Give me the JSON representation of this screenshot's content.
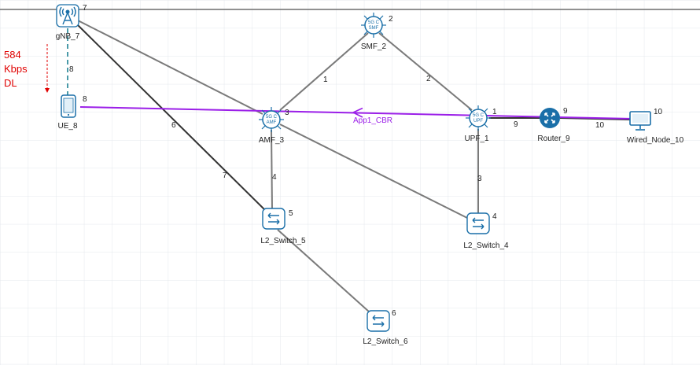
{
  "throughput": {
    "value": "584",
    "unit": "Kbps",
    "direction": "DL",
    "color": "#e00000"
  },
  "nodes": [
    {
      "key": "gnb",
      "id": "7",
      "name": "gNB_7",
      "type": "gnb",
      "icon": "cell-tower-icon"
    },
    {
      "key": "ue",
      "id": "8",
      "name": "UE_8",
      "type": "ue",
      "icon": "mobile-phone-icon"
    },
    {
      "key": "smf",
      "id": "2",
      "name": "SMF_2",
      "type": "core",
      "badge": "5G C\nSMF",
      "icon": "smf-core-icon"
    },
    {
      "key": "amf",
      "id": "3",
      "name": "AMF_3",
      "type": "core",
      "badge": "5G C\nAMF",
      "icon": "amf-core-icon"
    },
    {
      "key": "upf",
      "id": "1",
      "name": "UPF_1",
      "type": "core",
      "badge": "5G C\nUPF",
      "icon": "upf-core-icon"
    },
    {
      "key": "router",
      "id": "9",
      "name": "Router_9",
      "type": "router",
      "icon": "router-icon"
    },
    {
      "key": "wired",
      "id": "10",
      "name": "Wired_Node_10",
      "type": "wired",
      "icon": "desktop-computer-icon"
    },
    {
      "key": "sw5",
      "id": "5",
      "name": "L2_Switch_5",
      "type": "switch",
      "icon": "switch-icon"
    },
    {
      "key": "sw4",
      "id": "4",
      "name": "L2_Switch_4",
      "type": "switch",
      "icon": "switch-icon"
    },
    {
      "key": "sw6",
      "id": "6",
      "name": "L2_Switch_6",
      "type": "switch",
      "icon": "switch-icon"
    }
  ],
  "links": [
    {
      "id": "8",
      "from": "gnb",
      "to": "ue",
      "style": "wireless",
      "color": "#4a9aa8"
    },
    {
      "id": "",
      "from": "gnb",
      "to": "amf",
      "style": "wired",
      "color": "#7a7a7a"
    },
    {
      "id": "6",
      "from": "gnb",
      "to": "sw5",
      "style": "wired",
      "color": "#333333"
    },
    {
      "id": "1",
      "from": "smf",
      "to": "amf",
      "style": "wired",
      "color": "#7a7a7a"
    },
    {
      "id": "2",
      "from": "smf",
      "to": "upf",
      "style": "wired",
      "color": "#7a7a7a"
    },
    {
      "id": "4",
      "from": "amf",
      "to": "sw5",
      "style": "wired",
      "color": "#7a7a7a"
    },
    {
      "id": "",
      "from": "amf",
      "to": "sw4",
      "style": "wired",
      "color": "#7a7a7a"
    },
    {
      "id": "3",
      "from": "upf",
      "to": "sw4",
      "style": "wired",
      "color": "#7a7a7a"
    },
    {
      "id": "9",
      "from": "upf",
      "to": "router",
      "style": "wired",
      "color": "#333333"
    },
    {
      "id": "10",
      "from": "router",
      "to": "wired",
      "style": "wired",
      "color": "#333333"
    },
    {
      "id": "",
      "from": "sw5",
      "to": "sw6",
      "style": "wired",
      "color": "#7a7a7a"
    }
  ],
  "extra_link_labels": [
    "7"
  ],
  "application": {
    "name": "App1_CBR",
    "source": "wired",
    "destination": "ue",
    "color": "#9b1fe8"
  }
}
